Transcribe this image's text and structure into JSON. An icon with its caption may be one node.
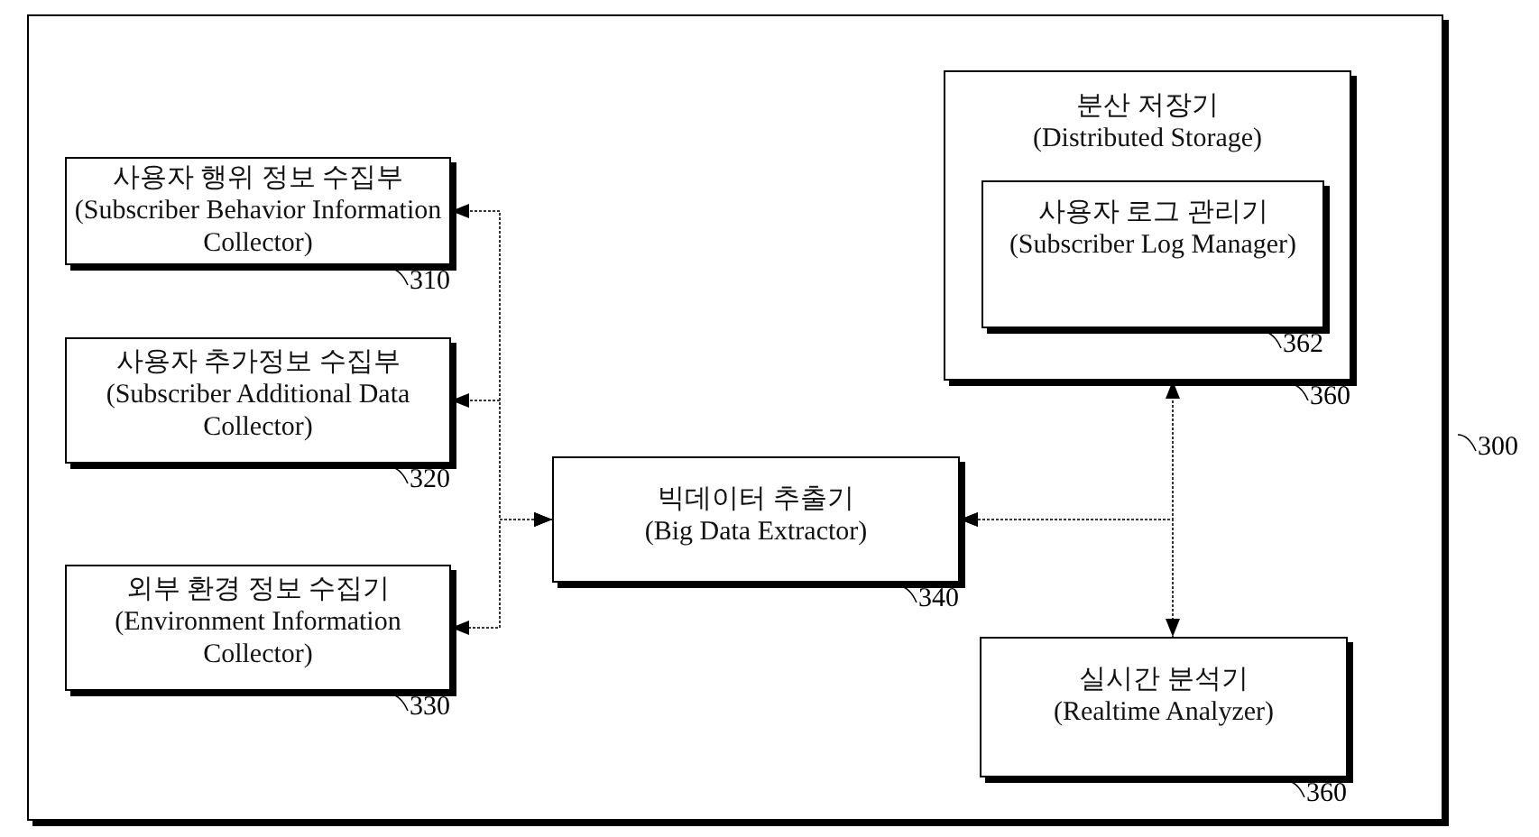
{
  "diagram": {
    "nodes": [
      {
        "text": [],
        "shape": "box",
        "beside": [
          "300"
        ]
      },
      {
        "text": [
          "분산 저장기",
          "(Distributed Storage)"
        ],
        "in": 0,
        "beside": [
          "360"
        ]
      },
      {
        "text": [
          "사용자 로그 관리기",
          "(Subscriber Log Manager)"
        ],
        "in": 1,
        "beside": [
          "362"
        ]
      },
      {
        "text": [
          "사용자 행위 정보 수집부",
          "(Subscriber Behavior Information Collector)"
        ],
        "in": 0,
        "beside": [
          "310"
        ]
      },
      {
        "text": [
          "사용자 추가정보 수집부",
          "(Subscriber Additional Data Collector)"
        ],
        "in": 0,
        "beside": [
          "320"
        ]
      },
      {
        "text": [
          "외부 환경 정보 수집기",
          "(Environment Information Collector)"
        ],
        "in": 0,
        "beside": [
          "330"
        ]
      },
      {
        "text": [
          "빅데이터 추출기",
          "(Big Data Extractor)"
        ],
        "in": 0,
        "beside": [
          "340"
        ]
      },
      {
        "text": [
          "실시간 분석기",
          "(Realtime Analyzer)"
        ],
        "in": 0,
        "beside": [
          "360"
        ]
      }
    ],
    "edges": [
      {
        "from": 6,
        "to": 3,
        "arrow": "both",
        "style": "dashed"
      },
      {
        "from": 6,
        "to": 4,
        "arrow": "both",
        "style": "dashed"
      },
      {
        "from": 6,
        "to": 5,
        "arrow": "both",
        "style": "dashed"
      },
      {
        "from": 6,
        "to": 1,
        "arrow": "both",
        "style": "dashed"
      },
      {
        "from": 6,
        "to": 7,
        "arrow": "both",
        "style": "dashed"
      }
    ]
  }
}
